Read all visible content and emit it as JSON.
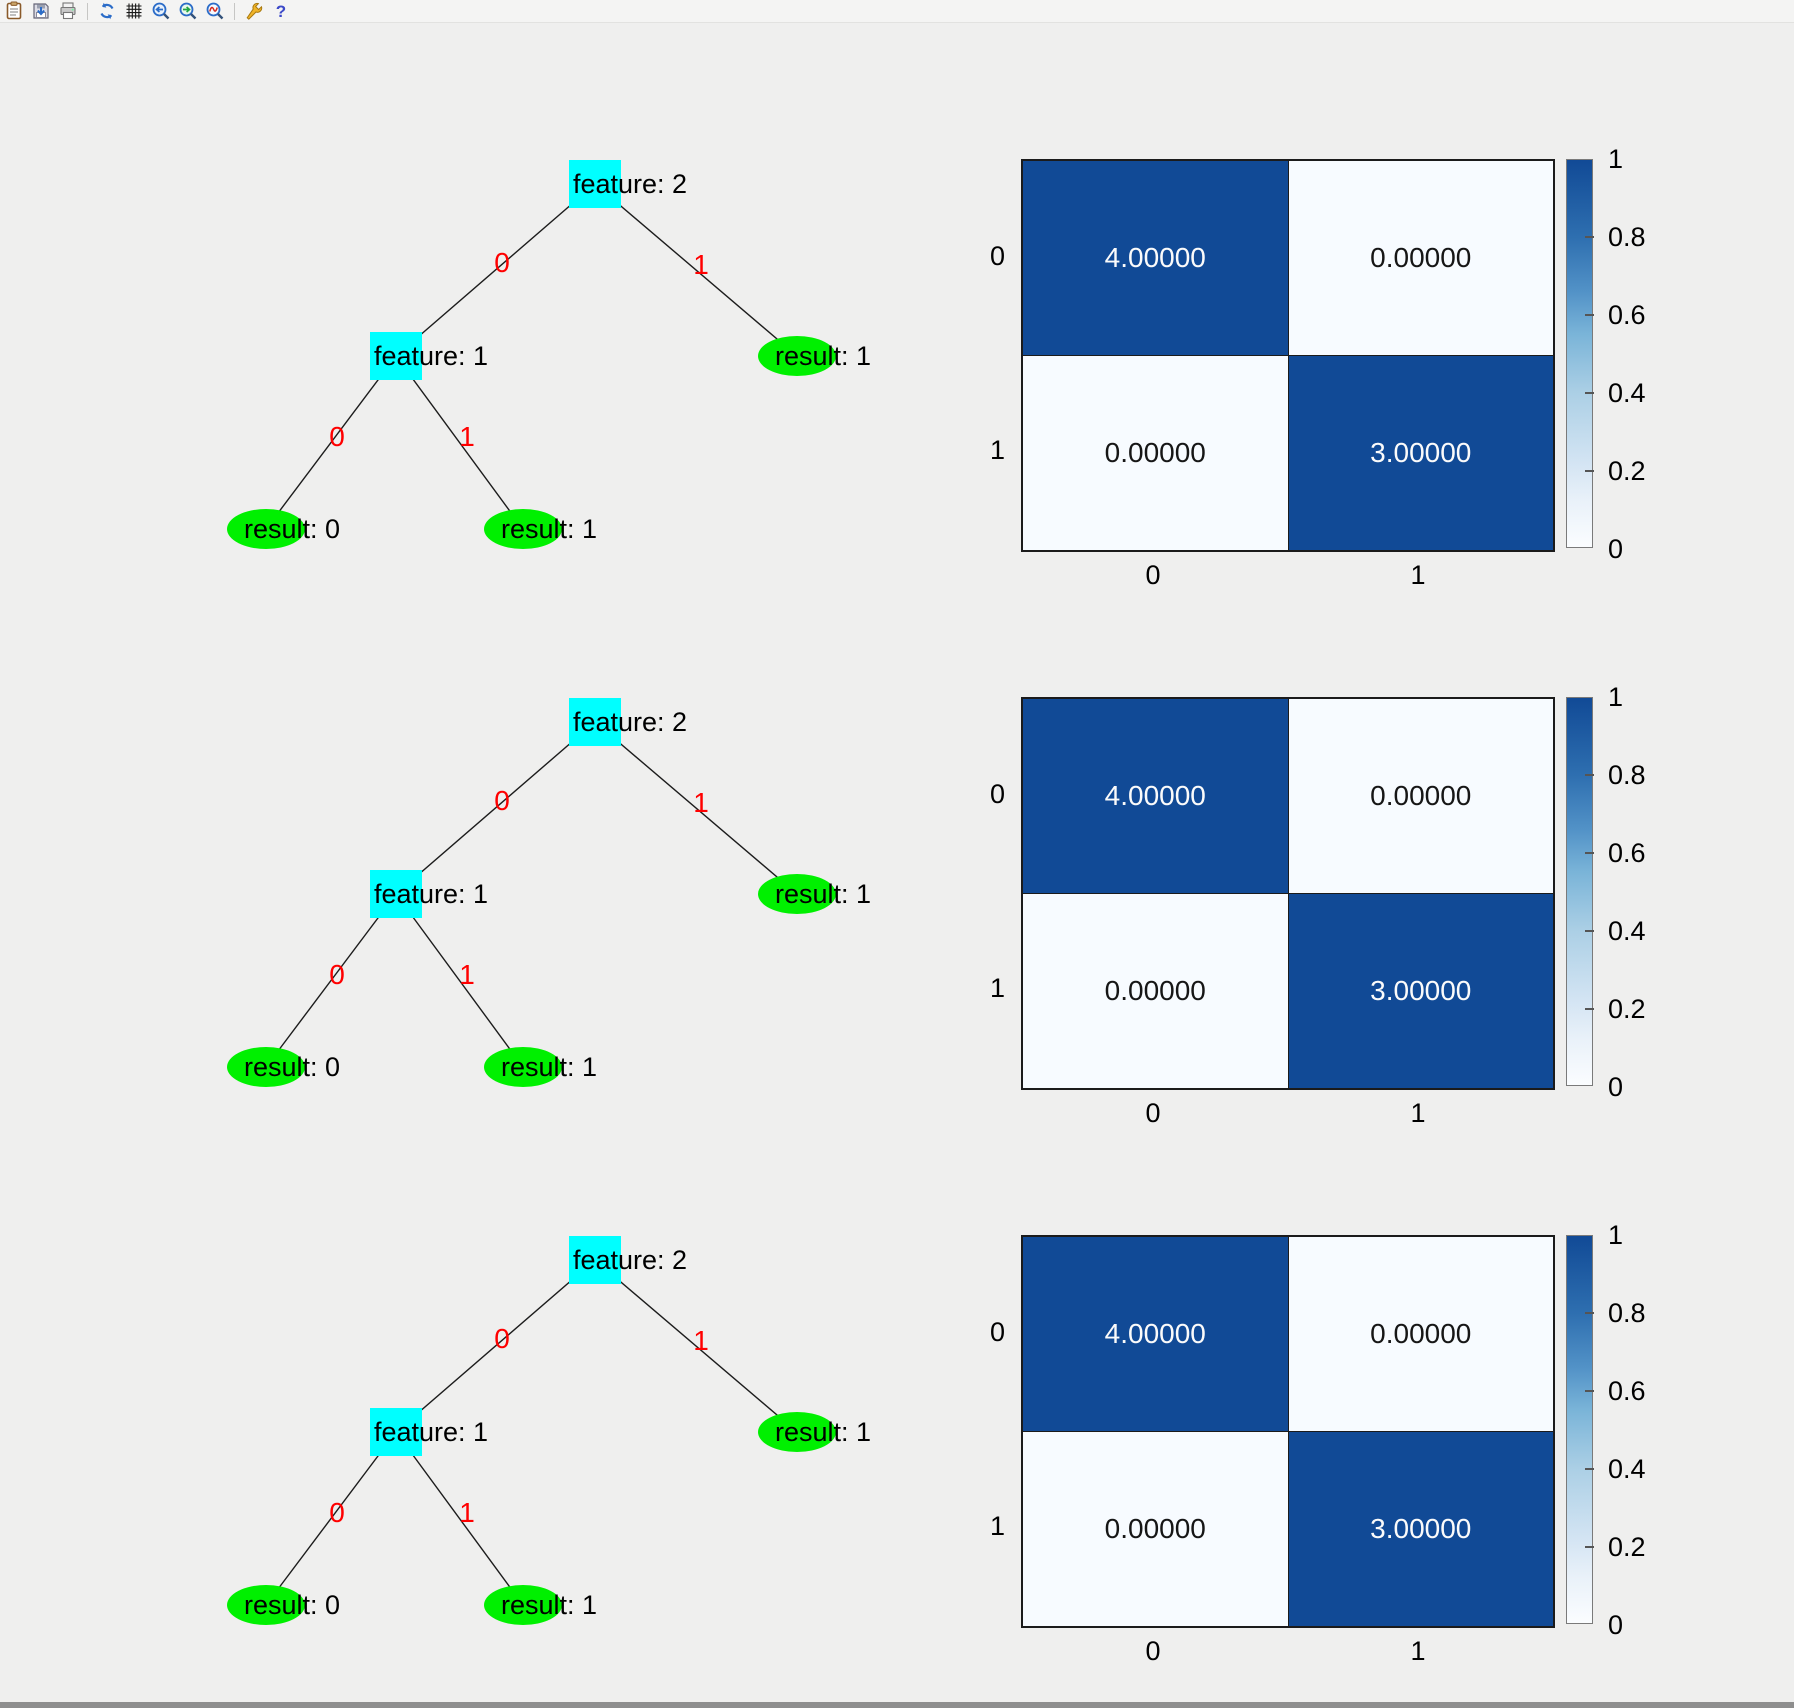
{
  "toolbar": {
    "icons": [
      {
        "name": "clipboard-icon",
        "label": "Copy"
      },
      {
        "name": "save-icon",
        "label": "Save"
      },
      {
        "name": "print-icon",
        "label": "Print"
      },
      {
        "name": "rotate-icon",
        "label": "Rotate"
      },
      {
        "name": "grid-icon",
        "label": "Grid"
      },
      {
        "name": "zoom-out-icon",
        "label": "Zoom Out"
      },
      {
        "name": "zoom-in-icon",
        "label": "Zoom In"
      },
      {
        "name": "autoscale-icon",
        "label": "Autoscale"
      },
      {
        "name": "settings-icon",
        "label": "Figure Properties"
      },
      {
        "name": "help-icon",
        "label": "Help"
      }
    ]
  },
  "colors": {
    "node-cyan": "#00ffff",
    "leaf-green": "#00f000",
    "edge-red": "#ff0000",
    "cell-dark": "#114a96",
    "cell-light": "#f7fbff"
  },
  "rows": [
    {
      "tree": {
        "root_label": "feature: 2",
        "internal_label": "feature: 1",
        "leaf_left_label": "result: 0",
        "leaf_mid_label": "result: 1",
        "leaf_right_label": "result: 1",
        "edges": {
          "root_left": "0",
          "root_right": "1",
          "internal_left": "0",
          "internal_right": "1"
        }
      },
      "heatmap": {
        "cells": [
          [
            "4.00000",
            "0.00000"
          ],
          [
            "0.00000",
            "3.00000"
          ]
        ],
        "row_labels": [
          "0",
          "1"
        ],
        "col_labels": [
          "0",
          "1"
        ],
        "colorbar_ticks": [
          "1",
          "0.8",
          "0.6",
          "0.4",
          "0.2",
          "0"
        ]
      }
    },
    {
      "tree": {
        "root_label": "feature: 2",
        "internal_label": "feature: 1",
        "leaf_left_label": "result: 0",
        "leaf_mid_label": "result: 1",
        "leaf_right_label": "result: 1",
        "edges": {
          "root_left": "0",
          "root_right": "1",
          "internal_left": "0",
          "internal_right": "1"
        }
      },
      "heatmap": {
        "cells": [
          [
            "4.00000",
            "0.00000"
          ],
          [
            "0.00000",
            "3.00000"
          ]
        ],
        "row_labels": [
          "0",
          "1"
        ],
        "col_labels": [
          "0",
          "1"
        ],
        "colorbar_ticks": [
          "1",
          "0.8",
          "0.6",
          "0.4",
          "0.2",
          "0"
        ]
      }
    },
    {
      "tree": {
        "root_label": "feature: 2",
        "internal_label": "feature: 1",
        "leaf_left_label": "result: 0",
        "leaf_mid_label": "result: 1",
        "leaf_right_label": "result: 1",
        "edges": {
          "root_left": "0",
          "root_right": "1",
          "internal_left": "0",
          "internal_right": "1"
        }
      },
      "heatmap": {
        "cells": [
          [
            "4.00000",
            "0.00000"
          ],
          [
            "0.00000",
            "3.00000"
          ]
        ],
        "row_labels": [
          "0",
          "1"
        ],
        "col_labels": [
          "0",
          "1"
        ],
        "colorbar_ticks": [
          "1",
          "0.8",
          "0.6",
          "0.4",
          "0.2",
          "0"
        ]
      }
    }
  ],
  "chart_data": [
    {
      "type": "heatmap",
      "title": "",
      "matrix": [
        [
          4.0,
          0.0
        ],
        [
          0.0,
          3.0
        ]
      ],
      "cell_labels": [
        [
          "4.00000",
          "0.00000"
        ],
        [
          "0.00000",
          "3.00000"
        ]
      ],
      "x_tick_labels": [
        "0",
        "1"
      ],
      "y_tick_labels": [
        "0",
        "1"
      ],
      "colorbar_range": [
        0,
        1
      ],
      "colorbar_ticks": [
        1,
        0.8,
        0.6,
        0.4,
        0.2,
        0
      ],
      "colormap": "Blues",
      "legend_position": "right",
      "tree_panel": {
        "type": "decision-tree",
        "nodes": [
          "feature: 2",
          "feature: 1",
          "result: 1",
          "result: 0",
          "result: 1"
        ],
        "edges": [
          {
            "from": "feature: 2",
            "to": "feature: 1",
            "label": "0"
          },
          {
            "from": "feature: 2",
            "to": "result: 1",
            "label": "1"
          },
          {
            "from": "feature: 1",
            "to": "result: 0",
            "label": "0"
          },
          {
            "from": "feature: 1",
            "to": "result: 1",
            "label": "1"
          }
        ]
      }
    },
    {
      "type": "heatmap",
      "title": "",
      "matrix": [
        [
          4.0,
          0.0
        ],
        [
          0.0,
          3.0
        ]
      ],
      "cell_labels": [
        [
          "4.00000",
          "0.00000"
        ],
        [
          "0.00000",
          "3.00000"
        ]
      ],
      "x_tick_labels": [
        "0",
        "1"
      ],
      "y_tick_labels": [
        "0",
        "1"
      ],
      "colorbar_range": [
        0,
        1
      ],
      "colorbar_ticks": [
        1,
        0.8,
        0.6,
        0.4,
        0.2,
        0
      ],
      "colormap": "Blues",
      "legend_position": "right",
      "tree_panel": {
        "type": "decision-tree",
        "nodes": [
          "feature: 2",
          "feature: 1",
          "result: 1",
          "result: 0",
          "result: 1"
        ],
        "edges": [
          {
            "from": "feature: 2",
            "to": "feature: 1",
            "label": "0"
          },
          {
            "from": "feature: 2",
            "to": "result: 1",
            "label": "1"
          },
          {
            "from": "feature: 1",
            "to": "result: 0",
            "label": "0"
          },
          {
            "from": "feature: 1",
            "to": "result: 1",
            "label": "1"
          }
        ]
      }
    },
    {
      "type": "heatmap",
      "title": "",
      "matrix": [
        [
          4.0,
          0.0
        ],
        [
          0.0,
          3.0
        ]
      ],
      "cell_labels": [
        [
          "4.00000",
          "0.00000"
        ],
        [
          "0.00000",
          "3.00000"
        ]
      ],
      "x_tick_labels": [
        "0",
        "1"
      ],
      "y_tick_labels": [
        "0",
        "1"
      ],
      "colorbar_range": [
        0,
        1
      ],
      "colorbar_ticks": [
        1,
        0.8,
        0.6,
        0.4,
        0.2,
        0
      ],
      "colormap": "Blues",
      "legend_position": "right",
      "tree_panel": {
        "type": "decision-tree",
        "nodes": [
          "feature: 2",
          "feature: 1",
          "result: 1",
          "result: 0",
          "result: 1"
        ],
        "edges": [
          {
            "from": "feature: 2",
            "to": "feature: 1",
            "label": "0"
          },
          {
            "from": "feature: 2",
            "to": "result: 1",
            "label": "1"
          },
          {
            "from": "feature: 1",
            "to": "result: 0",
            "label": "0"
          },
          {
            "from": "feature: 1",
            "to": "result: 1",
            "label": "1"
          }
        ]
      }
    }
  ]
}
